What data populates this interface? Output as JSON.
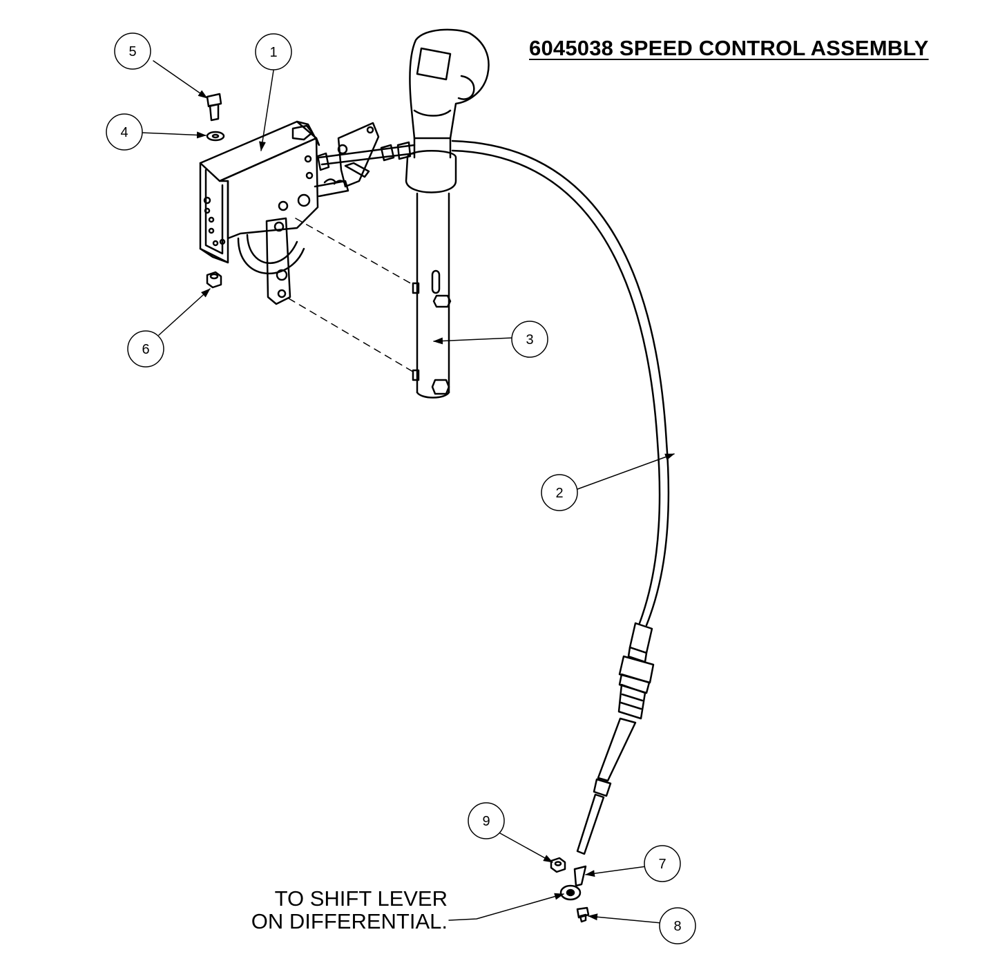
{
  "title": "6045038  SPEED CONTROL ASSEMBLY",
  "note": {
    "line1": "TO SHIFT LEVER",
    "line2": "ON DIFFERENTIAL."
  },
  "callouts": [
    "1",
    "2",
    "3",
    "4",
    "5",
    "6",
    "7",
    "8",
    "9"
  ],
  "parts": {
    "bracket": "speed-control-bracket",
    "cable": "push-pull-cable",
    "lever": "shift-lever-handle",
    "washer": "flat-washer",
    "bolt": "hex-bolt",
    "nut": "hex-nut",
    "rod_end": "ball-joint-rod-end",
    "small_bolt": "rod-end-bolt",
    "small_nut": "rod-end-nut"
  }
}
